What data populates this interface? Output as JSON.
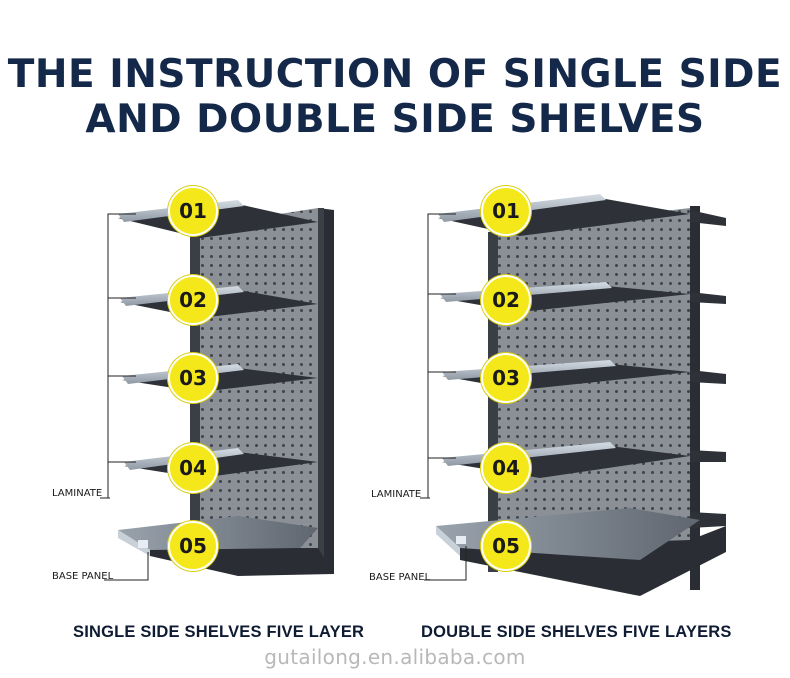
{
  "title": {
    "line1": "THE INSTRUCTION OF SINGLE SIDE",
    "line2": "AND DOUBLE SIDE SHELVES"
  },
  "single_side": {
    "caption": "SINGLE SIDE SHELVES FIVE LAYER",
    "labels": {
      "laminate": "LAMINATE",
      "base_panel": "BASE PANEL"
    },
    "badges": [
      "01",
      "02",
      "03",
      "04",
      "05"
    ]
  },
  "double_side": {
    "caption": "DOUBLE SIDE SHELVES FIVE LAYERS",
    "labels": {
      "laminate": "LAMINATE",
      "base_panel": "BASE PANEL"
    },
    "badges": [
      "01",
      "02",
      "03",
      "04",
      "05"
    ]
  },
  "watermark": "gutailong.en.alibaba.com",
  "colors": {
    "title": "#14294a",
    "badge": "#f5e81a",
    "shelf_frame": "#2b2e35",
    "shelf_panel": "#8a8f96",
    "shelf_top": "#b9c2cc"
  }
}
